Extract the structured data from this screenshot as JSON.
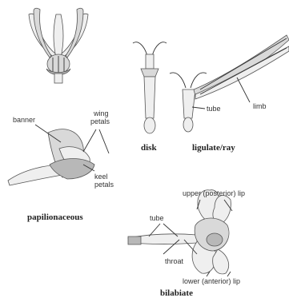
{
  "labels": {
    "disk": "disk",
    "ligulate_ray": "ligulate/ray",
    "tube": "tube",
    "limb": "limb",
    "banner": "banner",
    "wing_petals_line1": "wing",
    "wing_petals_line2": "petals",
    "keel_petals_line1": "keel",
    "keel_petals_line2": "petals",
    "papilionaceous": "papilionaceous",
    "bilabiate_tube": "tube",
    "upper_lip": "upper (posterior) lip",
    "throat": "throat",
    "lower_lip": "lower (anterior) lip",
    "bilabiate": "bilabiate"
  }
}
